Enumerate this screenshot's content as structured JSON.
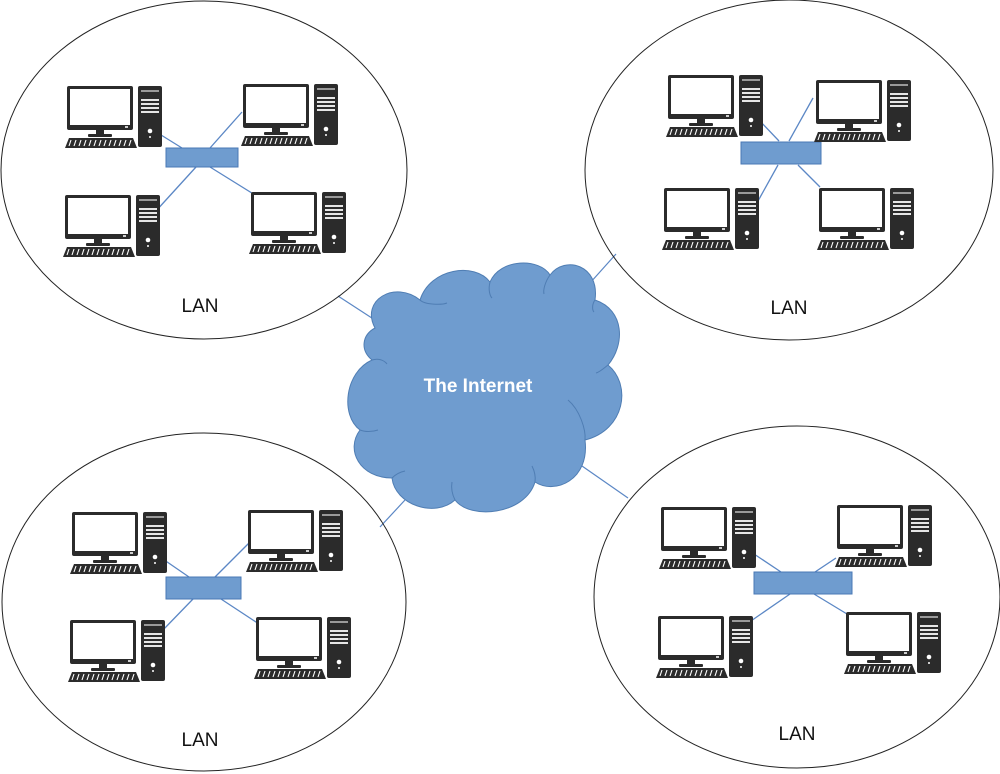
{
  "diagram": {
    "title": "LAN and Internet topology",
    "cloud": {
      "label": "The Internet",
      "icon": "cloud-icon",
      "fill_color": "#6f9ccf",
      "stroke_color": "#4f7db3"
    },
    "colors": {
      "link": "#5b87c5",
      "ellipse_stroke": "#222222",
      "switch_fill": "#6f9ccf",
      "switch_stroke": "#4a78b5",
      "computer": "#2b2b2b"
    },
    "lans": [
      {
        "id": "lan-top-left",
        "label": "LAN",
        "switch_icon": "network-switch-icon",
        "computers": [
          {
            "icon": "desktop-computer-icon"
          },
          {
            "icon": "desktop-computer-icon"
          },
          {
            "icon": "desktop-computer-icon"
          },
          {
            "icon": "desktop-computer-icon"
          }
        ]
      },
      {
        "id": "lan-top-right",
        "label": "LAN",
        "switch_icon": "network-switch-icon",
        "computers": [
          {
            "icon": "desktop-computer-icon"
          },
          {
            "icon": "desktop-computer-icon"
          },
          {
            "icon": "desktop-computer-icon"
          },
          {
            "icon": "desktop-computer-icon"
          }
        ]
      },
      {
        "id": "lan-bottom-left",
        "label": "LAN",
        "switch_icon": "network-switch-icon",
        "computers": [
          {
            "icon": "desktop-computer-icon"
          },
          {
            "icon": "desktop-computer-icon"
          },
          {
            "icon": "desktop-computer-icon"
          },
          {
            "icon": "desktop-computer-icon"
          }
        ]
      },
      {
        "id": "lan-bottom-right",
        "label": "LAN",
        "switch_icon": "network-switch-icon",
        "computers": [
          {
            "icon": "desktop-computer-icon"
          },
          {
            "icon": "desktop-computer-icon"
          },
          {
            "icon": "desktop-computer-icon"
          },
          {
            "icon": "desktop-computer-icon"
          }
        ]
      }
    ]
  }
}
